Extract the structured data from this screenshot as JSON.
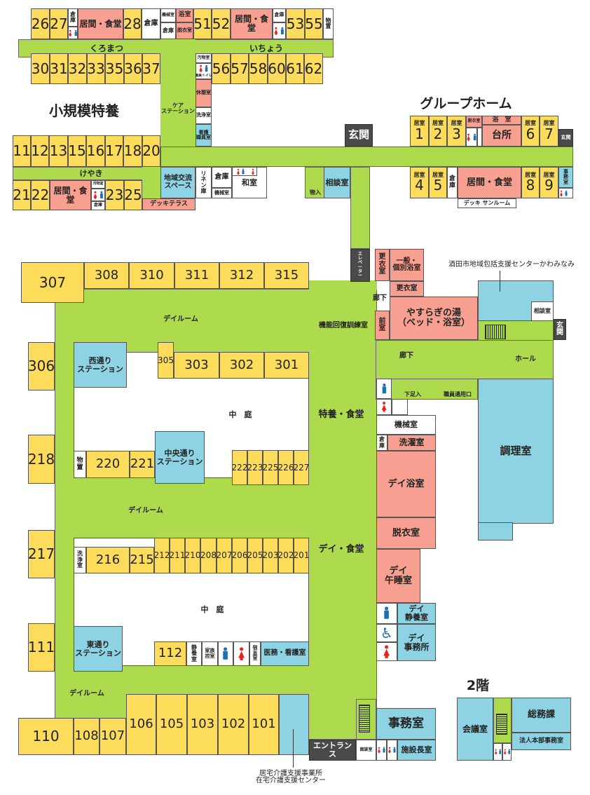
{
  "titles": {
    "small_unit": "小規模特養",
    "group_home": "グループホーム",
    "floor2": "2階"
  },
  "rooms": {
    "r26": "26",
    "r27": "27",
    "k_a": "倉\n庫",
    "liv_a": "居間・食堂",
    "r28": "28",
    "k_b": "倉庫",
    "mech_a": "機械室",
    "k_c": "倉庫",
    "bath_a": "浴室",
    "dress_a": "脱衣室",
    "r51": "51",
    "r52": "52",
    "liv_b": "居間・食堂",
    "k_d": "倉庫",
    "r53": "53",
    "r55": "55",
    "store_a": "物\n置",
    "kuromatsu": "くろまつ",
    "icho": "いちょう",
    "r30": "30",
    "r31": "31",
    "r32": "32",
    "r33": "33",
    "r35": "35",
    "r36": "36",
    "r37": "37",
    "soil_a": "汚物室",
    "staff_wc": "職員トイレ",
    "rest": "休憩室",
    "wash_a": "洗浄室",
    "nurse_staff": "看護\n職員室",
    "r56": "56",
    "r57": "57",
    "r58": "58",
    "r60": "60",
    "r61": "61",
    "r62": "62",
    "care_station": "ケア\nステーション",
    "r11": "11",
    "r12": "12",
    "r13": "13",
    "r15": "15",
    "r16": "16",
    "r17": "17",
    "r18": "18",
    "r20": "20",
    "keyaki": "けやき",
    "r21": "21",
    "r22": "22",
    "liv_c": "居間・食堂",
    "soil_b": "汚物室",
    "k_e": "倉庫",
    "r23": "23",
    "r25": "25",
    "deck_terrace": "デッキテラス",
    "community": "地域交流\nスペース",
    "linen": "リ\nネ\nン\n庫",
    "k_f": "倉庫",
    "mech_b": "機械室",
    "washitsu": "和室",
    "storage_in": "物入",
    "consult_a": "相談室",
    "entrance_a": "玄関",
    "elevator": "エ\nレ\nベ\nー\nタ\nー",
    "gh_l1": "居室",
    "gh1": "1",
    "gh_l2": "居室",
    "gh2": "2",
    "gh_l3": "居室",
    "gh3": "3",
    "gh_dress": "脱衣室",
    "gh_bath": "浴　室",
    "gh_kitchen": "台所",
    "gh_l6": "居室",
    "gh6": "6",
    "gh_l7": "居室",
    "gh7": "7",
    "gh_entrance": "玄関",
    "gh_l4": "居室",
    "gh4": "4",
    "gh_l5": "居室",
    "gh5": "5",
    "gh_store": "倉\n庫",
    "gh_living": "居間・食堂",
    "gh_l8": "居室",
    "gh8": "8",
    "gh_l9": "居室",
    "gh9": "9",
    "gh_office": "事\n務\n室",
    "gh_deck": "デッキ サンルーム",
    "r307": "307",
    "r308": "308",
    "r310": "310",
    "r311": "311",
    "r312": "312",
    "r315": "315",
    "locker_a": "更\n衣\n室",
    "bath_general": "一般・\n個別浴室",
    "locker_b": "更衣室",
    "anteroom": "前\n室",
    "yasuragi": "やすらぎの湯\n（ベッド・浴室）",
    "hallway_a": "廊下",
    "rehab": "機能回復訓練室",
    "regional_center": "酒田市地域包括支援センターかわみなみ",
    "consult_b": "相談室",
    "entrance_b": "玄\n関",
    "dayroom_a": "デイルーム",
    "hallway_b": "廊下",
    "hall": "ホール",
    "r306": "306",
    "west_station": "西通り\nステーション",
    "r305": "305",
    "r303": "303",
    "r302": "302",
    "r301": "301",
    "courtyard_a": "中　庭",
    "tokuyo_dining": "特養・食堂",
    "r218": "218",
    "store_b": "物\n置",
    "r220": "220",
    "r221": "221",
    "central_station": "中央通り\nステーション",
    "r222": "222",
    "r223": "223",
    "r225": "225",
    "r226": "226",
    "r227": "227",
    "shoe": "下足入",
    "staff_door": "職員通用口",
    "mech_c": "機械室",
    "k_g": "倉\n庫",
    "laundry": "洗濯室",
    "kitchen": "調理室",
    "day_bath": "デイ浴室",
    "day_dress": "脱衣室",
    "day_nap": "デイ\n午睡室",
    "day_rest": "デイ\n静養室",
    "day_office": "デイ\n事務所",
    "dayroom_b": "デイルーム",
    "day_dining": "デイ・食堂",
    "r217": "217",
    "wash_b": "洗\n浄\n室",
    "r216": "216",
    "r215": "215",
    "r212": "212",
    "r211": "211",
    "r210": "210",
    "r208": "208",
    "r207": "207",
    "r206": "206",
    "r205": "205",
    "r203": "203",
    "r202": "202",
    "r201": "201",
    "courtyard_b": "中　庭",
    "r111": "111",
    "east_station": "東通り\nステーション",
    "r112": "112",
    "quiet": "静\n養\n室",
    "family": "家族\n控室",
    "night": "宿\n直\n室",
    "medical": "医務・看護室",
    "dayroom_c": "デイルーム",
    "r110": "110",
    "r108": "108",
    "r107": "107",
    "r106": "106",
    "r105": "105",
    "r103": "103",
    "r102": "102",
    "r101": "101",
    "home_care": "居宅介護支援事業所\n在宅介護支援センター",
    "entrance_main": "エントランス",
    "interview": "面談室",
    "office": "事務室",
    "director": "施設長室",
    "meeting": "会議室",
    "general_affairs": "総務課",
    "hq_office": "法人本部事務室"
  },
  "colors": {
    "resident_room": "#fcdc5a",
    "wet_area": "#f7a091",
    "staff_area": "#8ed3e3",
    "corridor": "#aeda4e",
    "entrance": "#4a4a4a",
    "male": "#1a6fb5",
    "female": "#e8231f"
  }
}
